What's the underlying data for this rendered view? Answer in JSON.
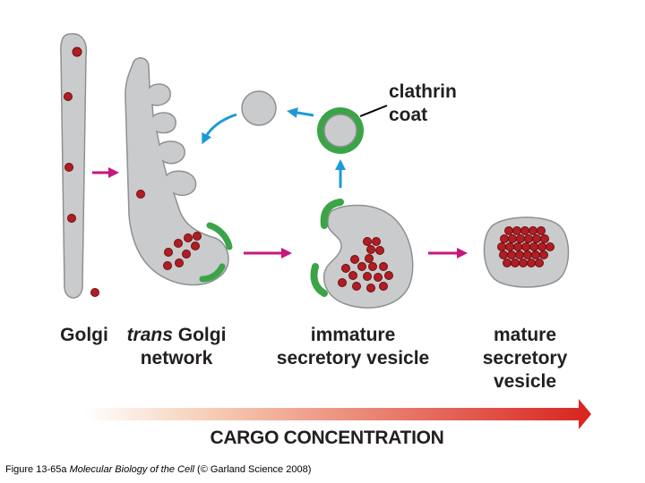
{
  "labels": {
    "golgi": "Golgi",
    "trans_golgi_italic": "trans",
    "trans_golgi_rest": "Golgi",
    "trans_golgi_line2": "network",
    "immature_line1": "immature",
    "immature_line2": "secretory vesicle",
    "mature_line1": "mature",
    "mature_line2": "secretory",
    "mature_line3": "vesicle",
    "clathrin_line1": "clathrin",
    "clathrin_line2": "coat",
    "cargo_concentration": "CARGO CONCENTRATION"
  },
  "caption": {
    "figure": "Figure 13-65a",
    "book": "Molecular Biology of the Cell",
    "credit": "(© Garland Science 2008)"
  },
  "colors": {
    "membrane": "#c9cbcc",
    "membrane_stroke": "#8e9092",
    "cargo": "#b01e23",
    "clathrin": "#3aa447",
    "flow_arrow": "#c7167f",
    "recycle_arrow": "#1d9ad6",
    "gradient_end": "#d9231f"
  }
}
